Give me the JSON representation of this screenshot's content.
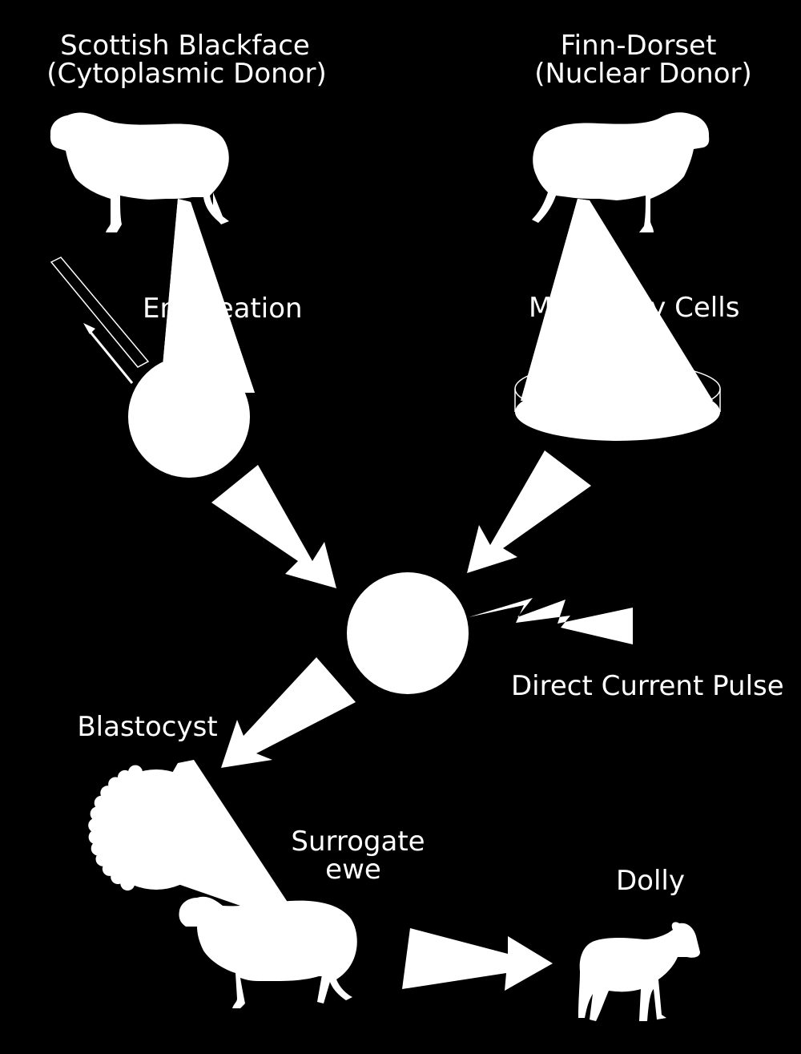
{
  "colors": {
    "background": "#000000",
    "foreground": "#ffffff"
  },
  "labels": {
    "cytoplasmic_donor_breed": "Scottish Blackface",
    "cytoplasmic_donor_role": "(Cytoplasmic Donor)",
    "nuclear_donor_breed": "Finn-Dorset",
    "nuclear_donor_role": "(Nuclear Donor)",
    "enucleation": "Enucleation",
    "mammary_cells": "Mammary Cells",
    "direct_current_pulse": "Direct Current Pulse",
    "blastocyst": "Blastocyst",
    "surrogate_line1": "Surrogate",
    "surrogate_line2": "ewe",
    "dolly": "Dolly"
  }
}
